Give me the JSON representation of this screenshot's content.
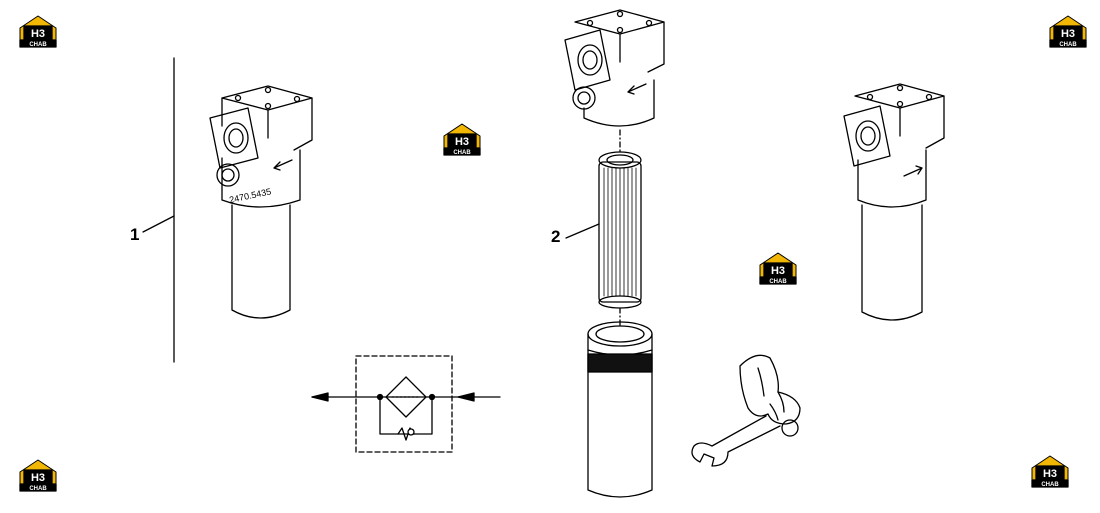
{
  "logo": {
    "top_text": "H3",
    "bottom_text": "CHAB",
    "accent": "#f2b705"
  },
  "callouts": {
    "item1": "1",
    "item2": "2"
  },
  "housing_marking": "2470.5435",
  "colors": {
    "line": "#000000",
    "background": "#ffffff"
  }
}
